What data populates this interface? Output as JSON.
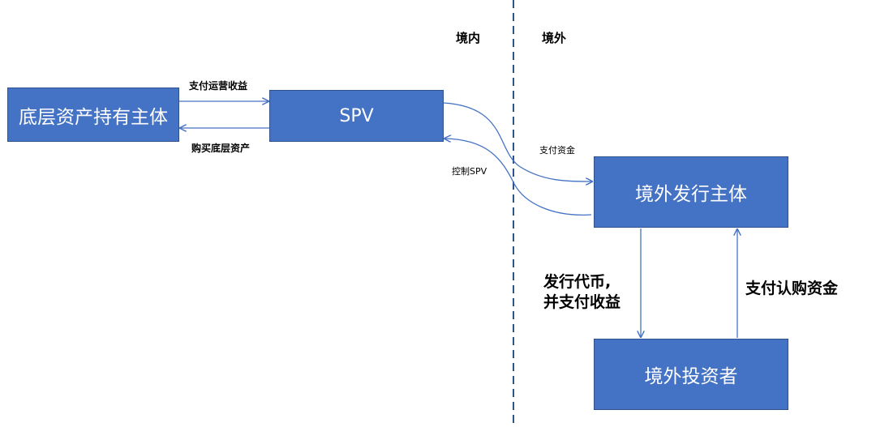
{
  "regions": {
    "domestic": "境内",
    "overseas": "境外"
  },
  "nodes": {
    "underlying_holder": "底层资产持有主体",
    "spv": "SPV",
    "overseas_issuer": "境外发行主体",
    "overseas_investor": "境外投资者"
  },
  "edges": {
    "pay_operating_income": "支付运营收益",
    "buy_underlying_assets": "购买底层资产",
    "pay_funds": "支付资金",
    "control_spv": "控制SPV",
    "issue_tokens_line1": "发行代币,",
    "issue_tokens_line2": "并支付收益",
    "pay_subscription_funds": "支付认购资金"
  },
  "colors": {
    "box_fill": "#4472c4",
    "box_border": "#2f528f",
    "arrow": "#4472c4",
    "divider": "#2f528f",
    "box_text": "#ffffff"
  }
}
